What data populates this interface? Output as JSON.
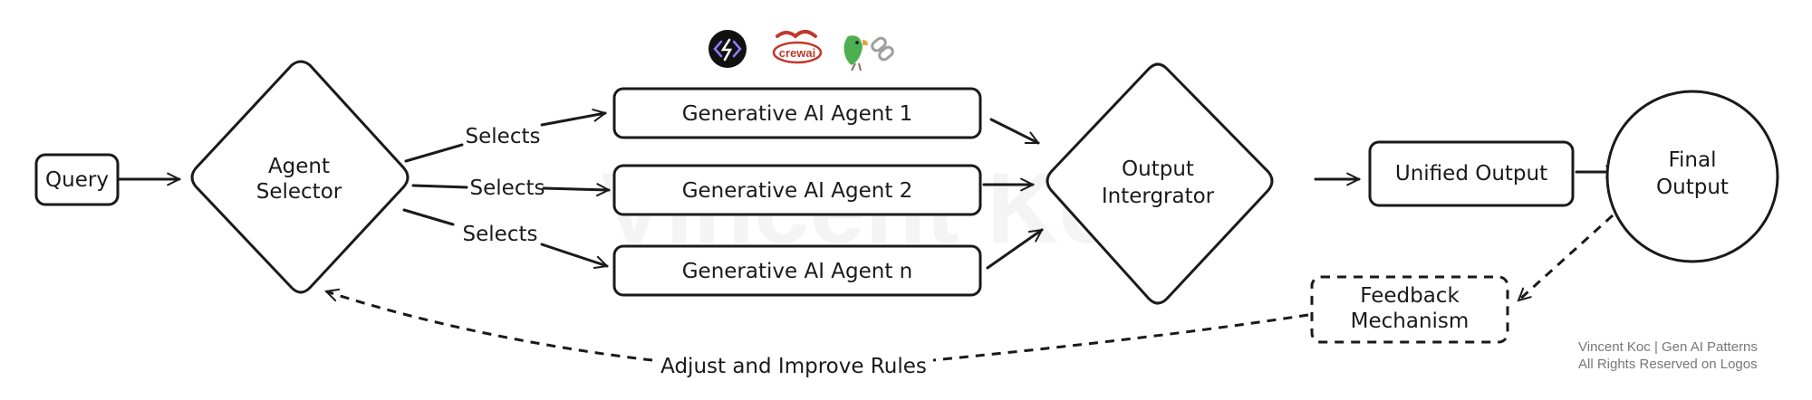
{
  "nodes": {
    "query": "Query",
    "agent_selector": [
      "Agent",
      "Selector"
    ],
    "agent_1": "Generative AI Agent 1",
    "agent_2": "Generative AI Agent 2",
    "agent_n": "Generative AI Agent n",
    "output_integrator": [
      "Output",
      "Intergrator"
    ],
    "unified_output": "Unified Output",
    "final_output": [
      "Final",
      "Output"
    ],
    "feedback": [
      "Feedback",
      "Mechanism"
    ]
  },
  "edges": {
    "selects_1": "Selects",
    "selects_2": "Selects",
    "selects_3": "Selects",
    "feedback_loop": "Adjust and Improve Rules"
  },
  "logos": [
    "code-agent-logo",
    "crewai-logo",
    "langchain-parrot-chain-logo"
  ],
  "logo_texts": {
    "crewai": "crewai"
  },
  "credit": {
    "line1": "Vincent Koc | Gen AI Patterns",
    "line2": "All Rights Reserved on Logos"
  }
}
